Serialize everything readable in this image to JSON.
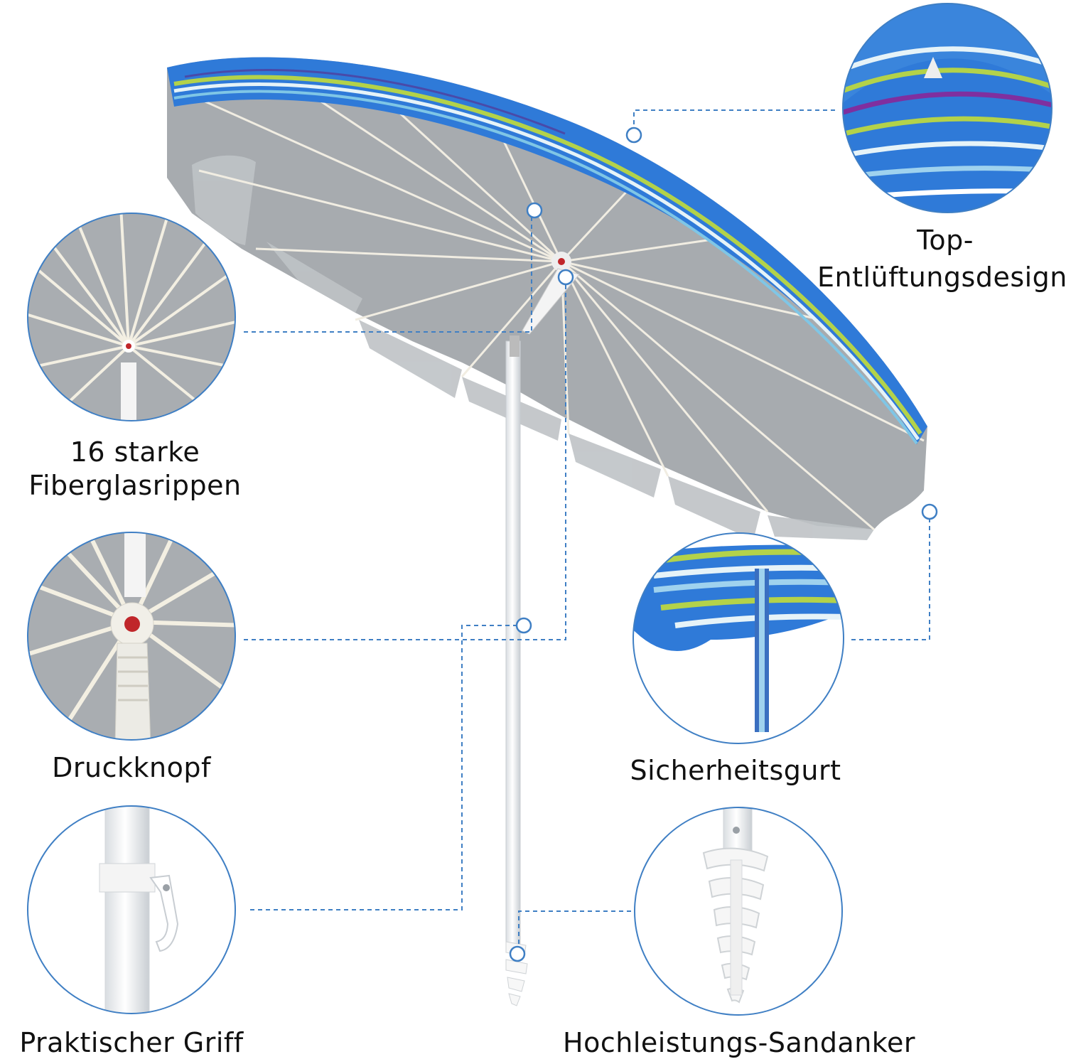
{
  "colors": {
    "accent": "#3f7fc4",
    "callout_ring": "#3f7fc4",
    "canopy_blue": "#2f7ad8",
    "canopy_green": "#b3d24a",
    "canopy_underside": "#a9adb1",
    "pole": "#ffffff"
  },
  "features": {
    "vent": {
      "line1": "Top-",
      "line2": "Entlüftungsdesign",
      "image": "top-vent-closeup"
    },
    "ribs": {
      "line1": "16 starke",
      "line2": "Fiberglasrippen",
      "image": "ribs-closeup"
    },
    "button": {
      "label": "Druckknopf",
      "image": "push-button-closeup"
    },
    "belt": {
      "label": "Sicherheitsgurt",
      "image": "safety-strap-closeup"
    },
    "grip": {
      "label": "Praktischer Griff",
      "image": "handle-closeup"
    },
    "anchor": {
      "label": "Hochleistungs-Sandanker",
      "image": "sand-anchor-closeup"
    }
  }
}
